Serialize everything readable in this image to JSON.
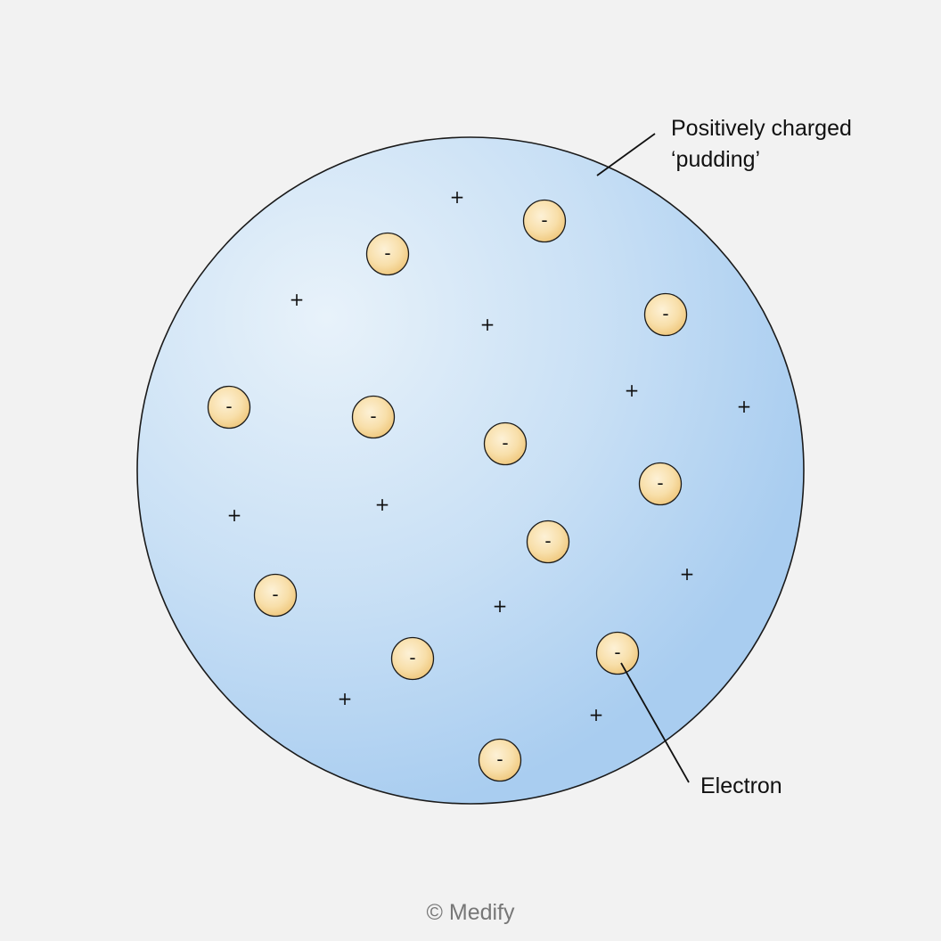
{
  "labels": {
    "pudding_line1": "Positively charged",
    "pudding_line2": "‘pudding’",
    "electron": "Electron"
  },
  "symbols": {
    "electron": "-",
    "positive": "+"
  },
  "credit": "© Medify",
  "colors": {
    "background": "#f2f2f2",
    "sphere_center": "#e8f2fa",
    "sphere_edge": "#a9cdf0",
    "sphere_outline": "#1a1a1a",
    "electron_center": "#fdf1d6",
    "electron_edge": "#efc77c",
    "ink": "#111111"
  }
}
